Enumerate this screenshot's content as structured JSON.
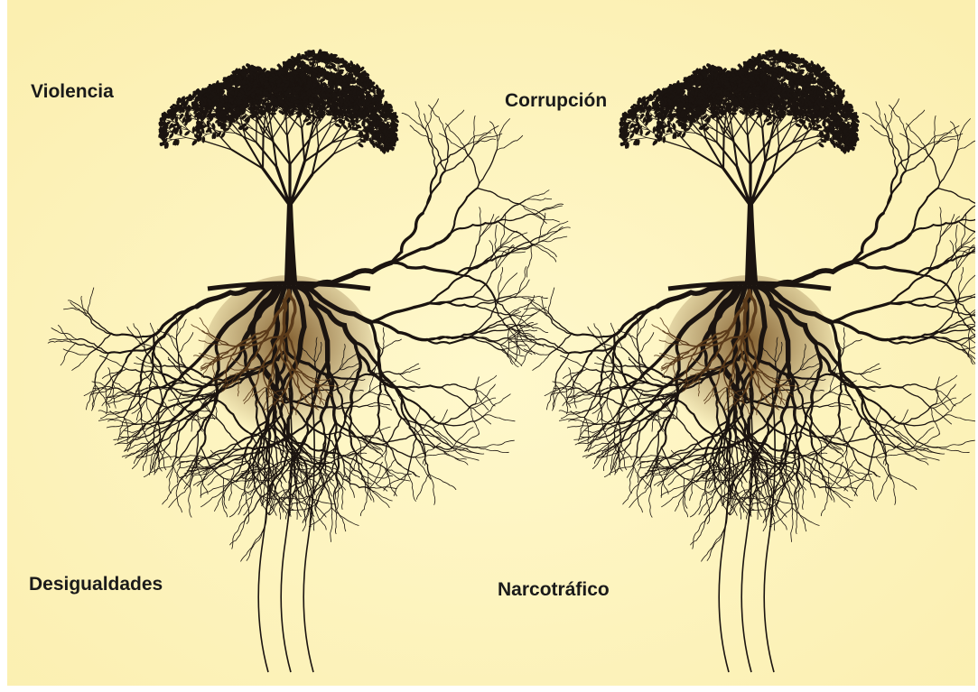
{
  "labels": {
    "top_left": "Violencia",
    "top_right": "Corrupción",
    "bottom_left": "Desigualdades",
    "bottom_right": "Narcotráfico"
  },
  "icons": {
    "left_tree": "tree-with-roots-icon",
    "right_tree": "tree-with-roots-icon"
  },
  "colors": {
    "background": "#fdf3b8",
    "tree": "#1b1410",
    "root_core": "#5a3a1a"
  }
}
